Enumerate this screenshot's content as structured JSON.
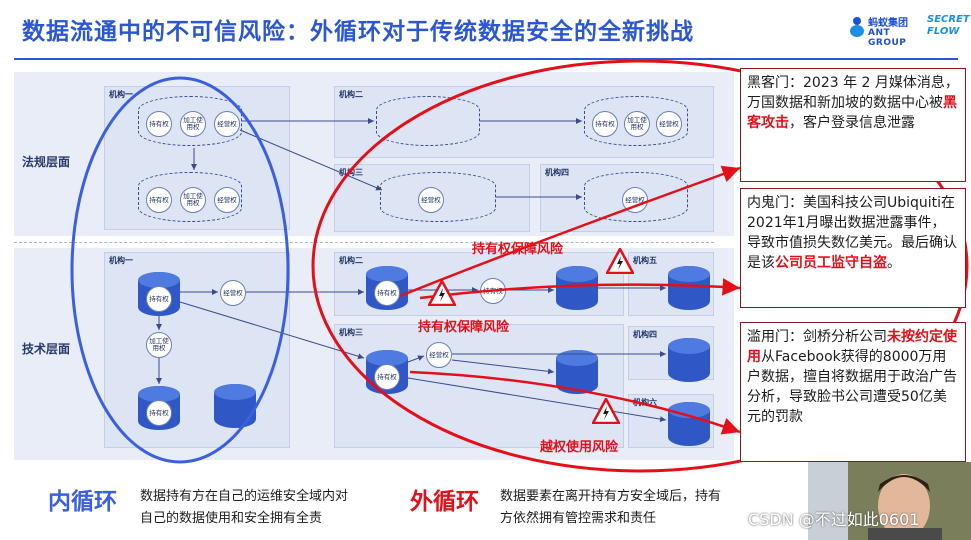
{
  "slide": {
    "title": "数据流通中的不可信风险：外循环对于传统数据安全的全新挑战",
    "logo_ant_cn": "蚂蚁集团",
    "logo_ant_en": "ANT GROUP",
    "logo_sf_line1": "SECRET",
    "logo_sf_line2": "FLOW"
  },
  "zones": {
    "regulation": "法规层面",
    "technical": "技术层面"
  },
  "institutions": {
    "inst1": "机构一",
    "inst2": "机构二",
    "inst3": "机构三",
    "inst4": "机构四",
    "inst5": "机构五",
    "inst6": "机构六"
  },
  "nodes": {
    "hold": "持有权",
    "process": "加工使用权",
    "operate": "经营权"
  },
  "risks": {
    "hold_risk": "持有权保障风险",
    "overreach_risk": "越权使用风险"
  },
  "callouts": {
    "hacker": {
      "prefix": "黑客门：2023 年 2 月媒体消息，万国数据和新加坡的数据中心被",
      "highlight": "黑客攻击",
      "suffix": "，客户登录信息泄露"
    },
    "insider": {
      "prefix": "内鬼门：美国科技公司Ubiquiti在2021年1月曝出数据泄露事件，导致市值损失数亿美元。最后确认是该",
      "highlight": "公司员工监守自盗",
      "suffix": "。"
    },
    "abuse": {
      "prefix": "滥用门：剑桥分析公司",
      "highlight": "未按约定使用",
      "suffix": "从Facebook获得的8000万用户数据，擅自将数据用于政治广告分析，导致脸书公司遭受50亿美元的罚款"
    }
  },
  "bottom": {
    "inner_title": "内循环",
    "inner_text": "数据持有方在自己的运维安全域内对自己的数据使用和安全拥有全责",
    "outer_title": "外循环",
    "outer_text": "数据要素在离开持有方安全域后，持有方依然拥有管控需求和责任"
  },
  "watermark": "CSDN @不过如此0601",
  "colors": {
    "title_blue": "#2b57d4",
    "risk_red": "#e3101a",
    "inner_blue": "#3a5fe0",
    "band": "#e8edf7",
    "cylinder": "#2f58c6"
  }
}
